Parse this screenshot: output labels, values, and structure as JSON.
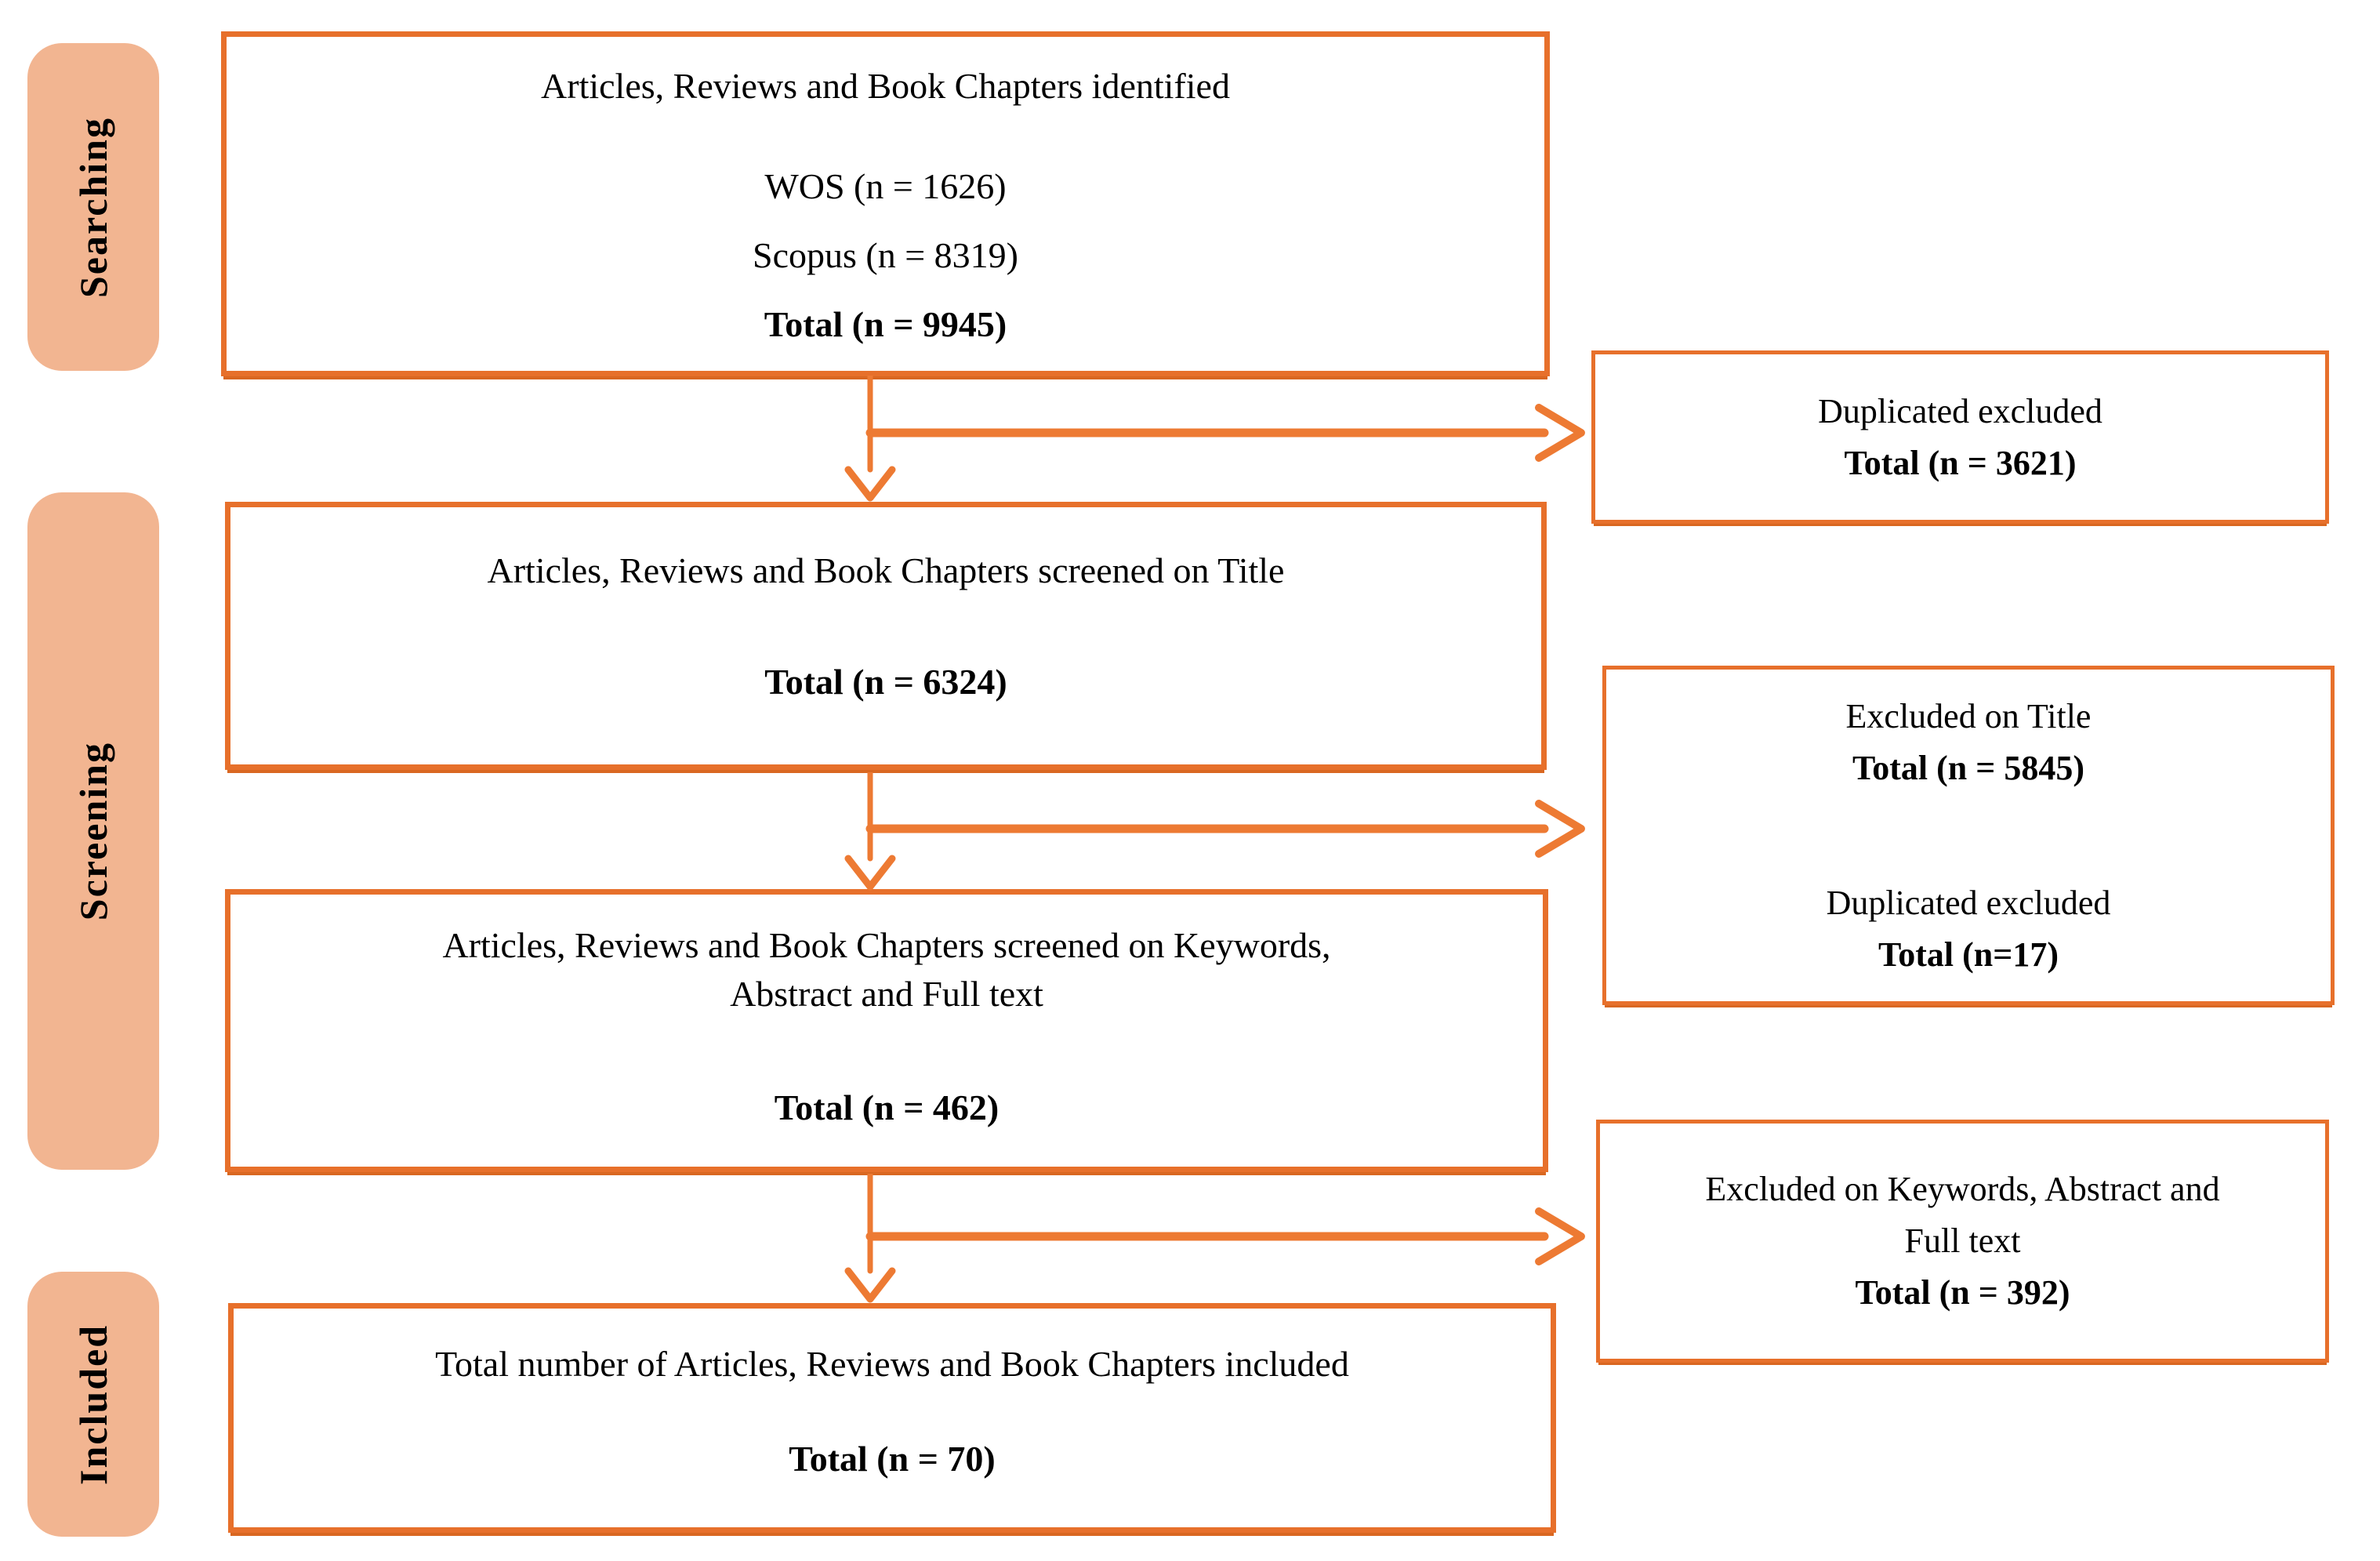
{
  "palette": {
    "background": "#FFFFFF",
    "box_border": "#E7702B",
    "arrow": "#ED7A33",
    "stage_fill": "#F2B591",
    "text": "#000000"
  },
  "stages": [
    {
      "id": "searching",
      "label": "Searching"
    },
    {
      "id": "screening",
      "label": "Screening"
    },
    {
      "id": "included",
      "label": "Included"
    }
  ],
  "main_boxes": [
    {
      "id": "identified",
      "title": "Articles, Reviews and Book Chapters identified",
      "lines": [
        "WOS (n = 1626)",
        "Scopus (n = 8319)"
      ],
      "total": "Total (n = 9945)"
    },
    {
      "id": "screened_title",
      "title": "Articles, Reviews and Book Chapters screened on Title",
      "total": "Total (n = 6324)"
    },
    {
      "id": "screened_keywords",
      "title": "Articles, Reviews and Book Chapters screened on Keywords, Abstract and Full text",
      "total": "Total (n = 462)"
    },
    {
      "id": "included_total",
      "title": "Total number of Articles, Reviews and Book Chapters included",
      "total": "Total (n = 70)"
    }
  ],
  "side_boxes": [
    {
      "id": "duplicated_excluded",
      "entries": [
        {
          "label": "Duplicated excluded",
          "total": "Total (n = 3621)"
        }
      ]
    },
    {
      "id": "excluded_on_title",
      "entries": [
        {
          "label": "Excluded on Title",
          "total": "Total (n = 5845)"
        },
        {
          "label": "Duplicated excluded",
          "total": "Total (n=17)"
        }
      ]
    },
    {
      "id": "excluded_on_keywords",
      "entries": [
        {
          "label": "Excluded on Keywords, Abstract and Full text",
          "total": "Total (n = 392)"
        }
      ]
    }
  ],
  "connectors": [
    {
      "from": "identified",
      "to": "screened_title",
      "type": "down-arrow"
    },
    {
      "from": "identified",
      "to": "duplicated_excluded",
      "type": "right-arrow"
    },
    {
      "from": "screened_title",
      "to": "screened_keywords",
      "type": "down-arrow"
    },
    {
      "from": "screened_title",
      "to": "excluded_on_title",
      "type": "right-arrow"
    },
    {
      "from": "screened_keywords",
      "to": "included_total",
      "type": "down-arrow"
    },
    {
      "from": "screened_keywords",
      "to": "excluded_on_keywords",
      "type": "right-arrow"
    }
  ]
}
